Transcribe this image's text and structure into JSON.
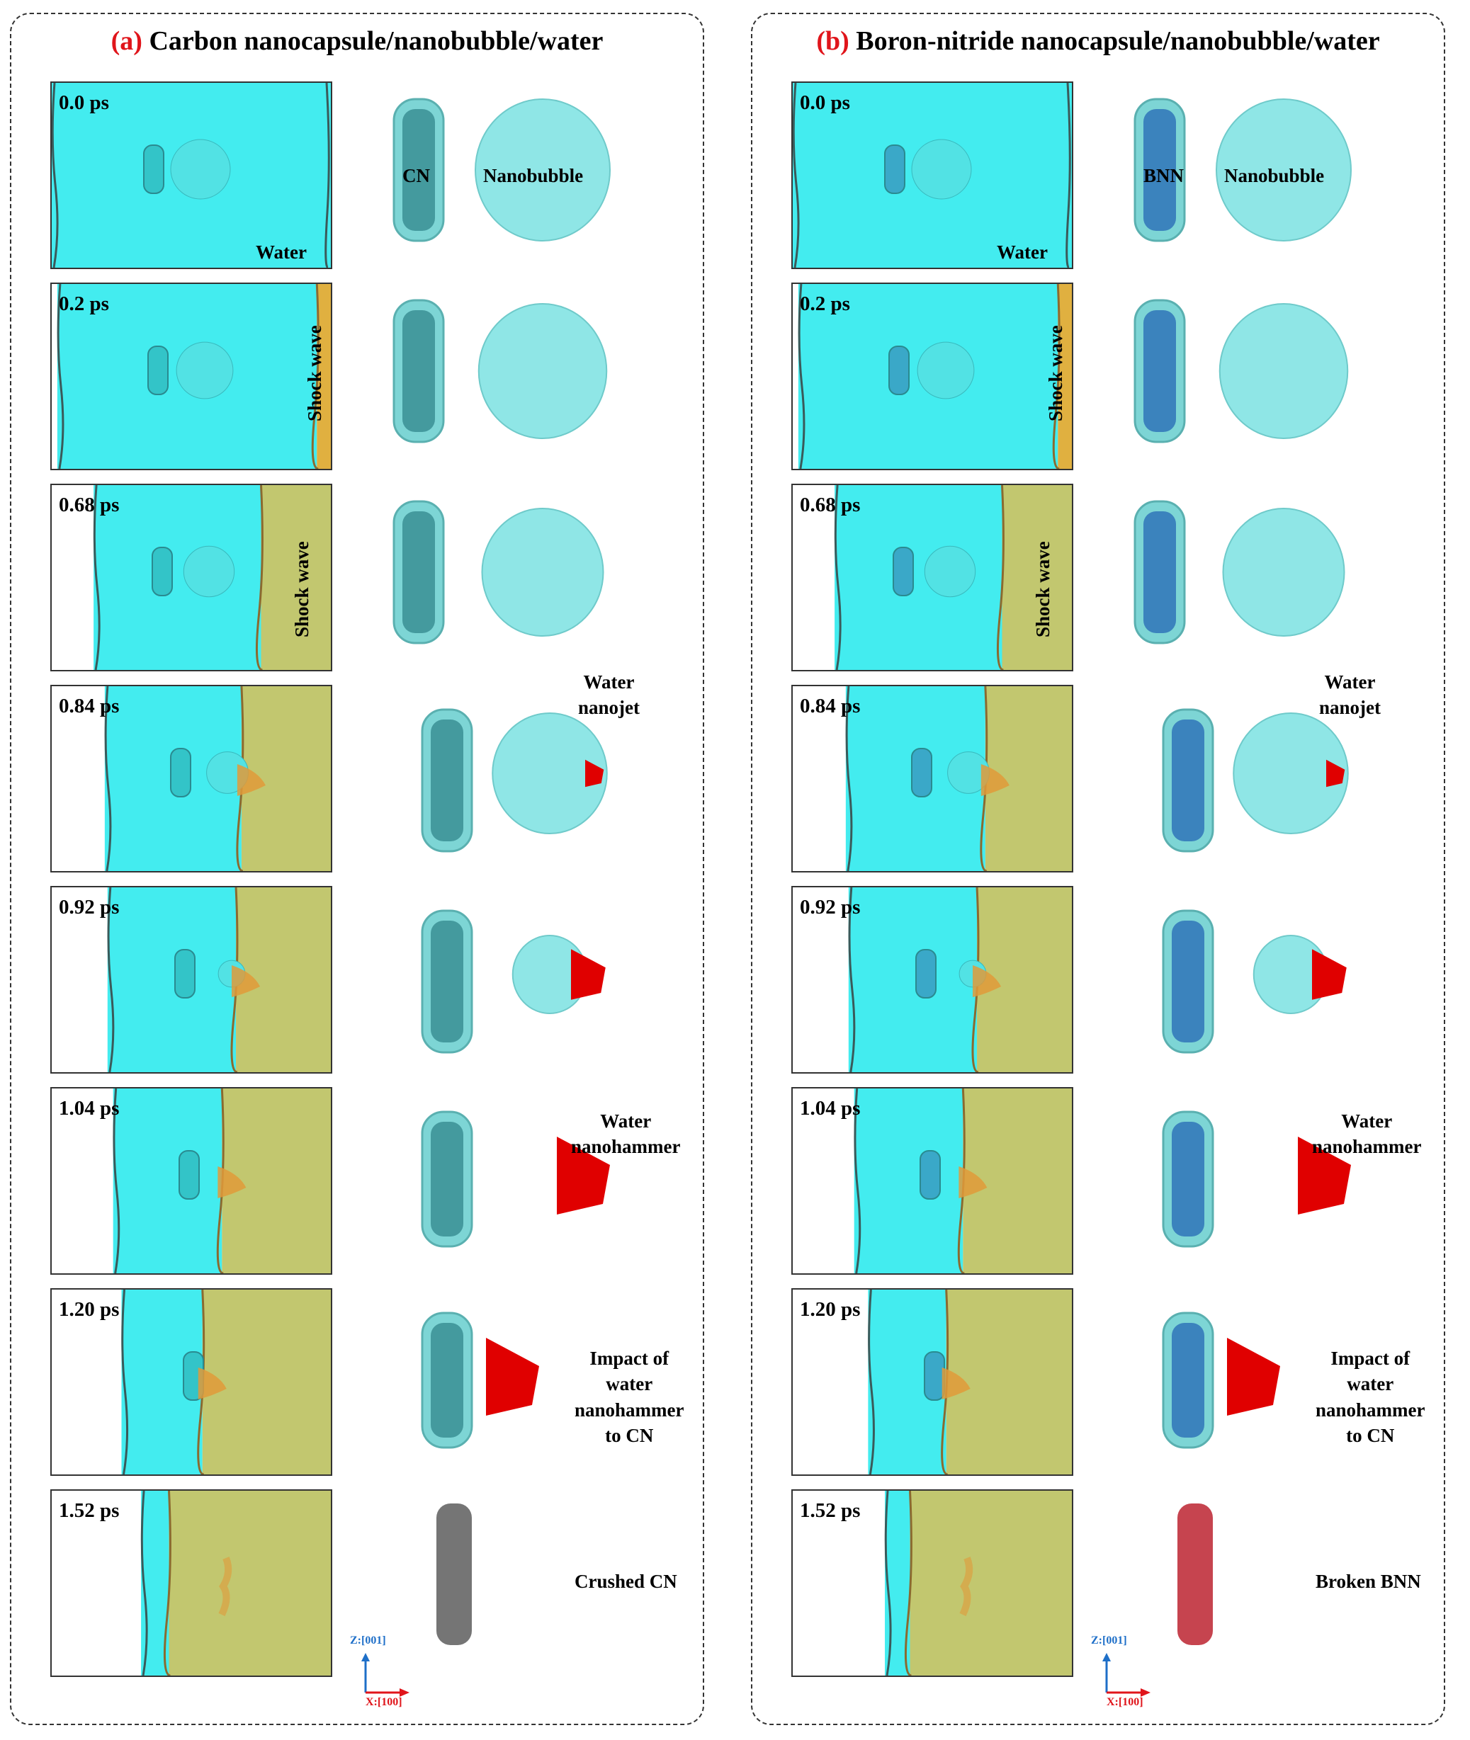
{
  "colors": {
    "water": "#43ecef",
    "shock": "#c2c76f",
    "bubble": "#8fe6e6",
    "jet": "#e00000",
    "plume": "#e09a3a",
    "title_tag": "#e0151b"
  },
  "panels": [
    {
      "tag": "(a)",
      "title": "Carbon nanocapsule/nanobubble/water",
      "capsule_label": "CN",
      "bubble_label": "Nanobubble",
      "water_label": "Water",
      "frames": [
        {
          "time": "0.0 ps",
          "water_left": 0.0,
          "shock_left": 1.0
        },
        {
          "time": "0.2 ps",
          "water_left": 0.02,
          "shock_left": 0.95
        },
        {
          "time": "0.68 ps",
          "water_left": 0.15,
          "shock_left": 0.75
        },
        {
          "time": "0.84 ps",
          "water_left": 0.19,
          "shock_left": 0.68
        },
        {
          "time": "0.92 ps",
          "water_left": 0.2,
          "shock_left": 0.66
        },
        {
          "time": "1.04 ps",
          "water_left": 0.22,
          "shock_left": 0.61
        },
        {
          "time": "1.20 ps",
          "water_left": 0.25,
          "shock_left": 0.54
        },
        {
          "time": "1.52 ps",
          "water_left": 0.32,
          "shock_left": 0.42
        }
      ],
      "shock_wave_label": "Shock wave",
      "jet_label": "Water\nnanojet",
      "hammer_label": "Water\nnanohammer",
      "impact_label": "Impact of\nwater\nnanohammer\nto CN",
      "final_label": "Crushed CN",
      "axis_z": "Z:[001]",
      "axis_x": "X:[100]"
    },
    {
      "tag": "(b)",
      "title": "Boron-nitride nanocapsule/nanobubble/water",
      "capsule_label": "BNN",
      "bubble_label": "Nanobubble",
      "water_label": "Water",
      "frames": [
        {
          "time": "0.0 ps",
          "water_left": 0.0,
          "shock_left": 1.0
        },
        {
          "time": "0.2 ps",
          "water_left": 0.02,
          "shock_left": 0.95
        },
        {
          "time": "0.68 ps",
          "water_left": 0.15,
          "shock_left": 0.75
        },
        {
          "time": "0.84 ps",
          "water_left": 0.19,
          "shock_left": 0.69
        },
        {
          "time": "0.92 ps",
          "water_left": 0.2,
          "shock_left": 0.66
        },
        {
          "time": "1.04 ps",
          "water_left": 0.22,
          "shock_left": 0.61
        },
        {
          "time": "1.20 ps",
          "water_left": 0.27,
          "shock_left": 0.55
        },
        {
          "time": "1.52 ps",
          "water_left": 0.33,
          "shock_left": 0.42
        }
      ],
      "shock_wave_label": "Shock wave",
      "jet_label": "Water\nnanojet",
      "hammer_label": "Water\nnanohammer",
      "impact_label": "Impact of\nwater\nnanohammer\nto CN",
      "final_label": "Broken BNN",
      "axis_z": "Z:[001]",
      "axis_x": "X:[100]"
    }
  ]
}
